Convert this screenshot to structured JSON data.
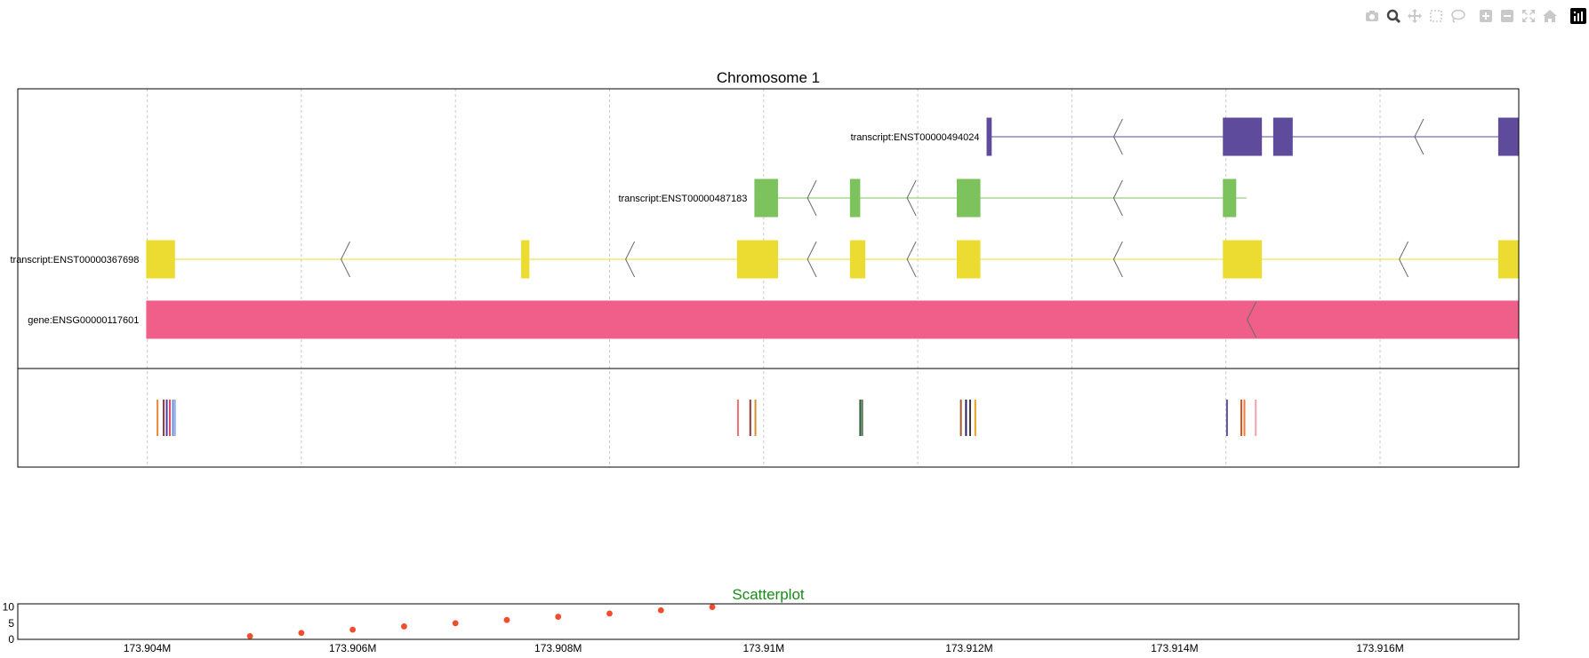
{
  "modebar": {
    "buttons": [
      {
        "name": "camera-icon",
        "title": "Download plot as a png"
      },
      {
        "name": "zoom-icon",
        "title": "Zoom",
        "active": true
      },
      {
        "name": "pan-icon",
        "title": "Pan"
      },
      {
        "name": "box-select-icon",
        "title": "Box Select"
      },
      {
        "name": "lasso-select-icon",
        "title": "Lasso Select"
      },
      {
        "name": "zoom-in-icon",
        "title": "Zoom in"
      },
      {
        "name": "zoom-out-icon",
        "title": "Zoom out"
      },
      {
        "name": "autoscale-icon",
        "title": "Autoscale"
      },
      {
        "name": "reset-axes-icon",
        "title": "Reset axes"
      },
      {
        "name": "plotly-logo-icon",
        "title": "Produced with Plotly"
      }
    ]
  },
  "chart_data": [
    {
      "type": "gene-track",
      "title": "Chromosome 1",
      "x_range": [
        173902740,
        173917350
      ],
      "grid": true,
      "grid_ticks": [
        173904000,
        173905500,
        173907000,
        173908500,
        173910000,
        173911500,
        173913000,
        173914500,
        173916000
      ],
      "colors": {
        "purple": "#5e4b9c",
        "green": "#7cc35d",
        "yellow": "#ecdb30",
        "pink": "#ef5f8a"
      },
      "tracks": [
        {
          "label": "transcript:ENST00000494024",
          "color": "#5e4b9c",
          "line": [
            173912170,
            173917350
          ],
          "exons": [
            [
              173912170,
              173912220
            ],
            [
              173914470,
              173914850
            ],
            [
              173914960,
              173915150
            ],
            [
              173917150,
              173917350
            ]
          ],
          "chevrons": [
            173913450,
            173916380
          ]
        },
        {
          "label": "transcript:ENST00000487183",
          "color": "#7cc35d",
          "line": [
            173909910,
            173914700
          ],
          "exons": [
            [
              173909910,
              173910140
            ],
            [
              173910840,
              173910940
            ],
            [
              173911880,
              173912110
            ],
            [
              173914470,
              173914600
            ]
          ],
          "chevrons": [
            173910470,
            173911440,
            173913450
          ]
        },
        {
          "label": "transcript:ENST00000367698",
          "color": "#ecdb30",
          "line": [
            173903990,
            173917350
          ],
          "exons": [
            [
              173903990,
              173904270
            ],
            [
              173907640,
              173907720
            ],
            [
              173909740,
              173910140
            ],
            [
              173910840,
              173910990
            ],
            [
              173911880,
              173912110
            ],
            [
              173914470,
              173914850
            ],
            [
              173917150,
              173917350
            ]
          ],
          "chevrons": [
            173905930,
            173908700,
            173910470,
            173911440,
            173913450,
            173916230
          ]
        },
        {
          "label": "gene:ENSG00000117601",
          "color": "#ef5f8a",
          "line": [
            173903990,
            173917350
          ],
          "exons": [
            [
              173903990,
              173917350
            ]
          ],
          "chevrons": [
            173914750
          ]
        }
      ],
      "variants": [
        {
          "x": 173904100,
          "color": "#e8863a"
        },
        {
          "x": 173904160,
          "color": "#8e3a3a"
        },
        {
          "x": 173904190,
          "color": "#4b3aa0"
        },
        {
          "x": 173904220,
          "color": "#e04a6a"
        },
        {
          "x": 173904250,
          "color": "#6a8fd8"
        },
        {
          "x": 173904270,
          "color": "#9ab0e0"
        },
        {
          "x": 173909750,
          "color": "#f07070"
        },
        {
          "x": 173909870,
          "color": "#8c3a3a"
        },
        {
          "x": 173909920,
          "color": "#d89030"
        },
        {
          "x": 173910940,
          "color": "#2e5a3a"
        },
        {
          "x": 173910960,
          "color": "#557a55"
        },
        {
          "x": 173911920,
          "color": "#a45a2a"
        },
        {
          "x": 173911970,
          "color": "#2a2060"
        },
        {
          "x": 173912010,
          "color": "#3a3a3a"
        },
        {
          "x": 173912060,
          "color": "#e8a020"
        },
        {
          "x": 173914510,
          "color": "#5e4b9c"
        },
        {
          "x": 173914650,
          "color": "#e05020"
        },
        {
          "x": 173914680,
          "color": "#f07e3a"
        },
        {
          "x": 173914790,
          "color": "#f4a0b0"
        }
      ]
    },
    {
      "type": "scatter",
      "title": "Scatterplot",
      "title_color": "#1a8a1a",
      "color": "#ef4d2e",
      "x": [
        173905000,
        173905500,
        173906000,
        173906500,
        173907000,
        173907500,
        173908000,
        173908500,
        173909000,
        173909500
      ],
      "y": [
        1,
        2,
        3,
        4,
        5,
        6,
        7,
        8,
        9,
        10
      ],
      "ylim": [
        0,
        11
      ],
      "y_ticks": [
        "0",
        "5",
        "10"
      ],
      "x_ticks": [
        "173.904M",
        "173.906M",
        "173.908M",
        "173.91M",
        "173.912M",
        "173.914M",
        "173.916M"
      ],
      "x_tick_values": [
        173904000,
        173906000,
        173908000,
        173910000,
        173912000,
        173914000,
        173916000
      ]
    }
  ]
}
